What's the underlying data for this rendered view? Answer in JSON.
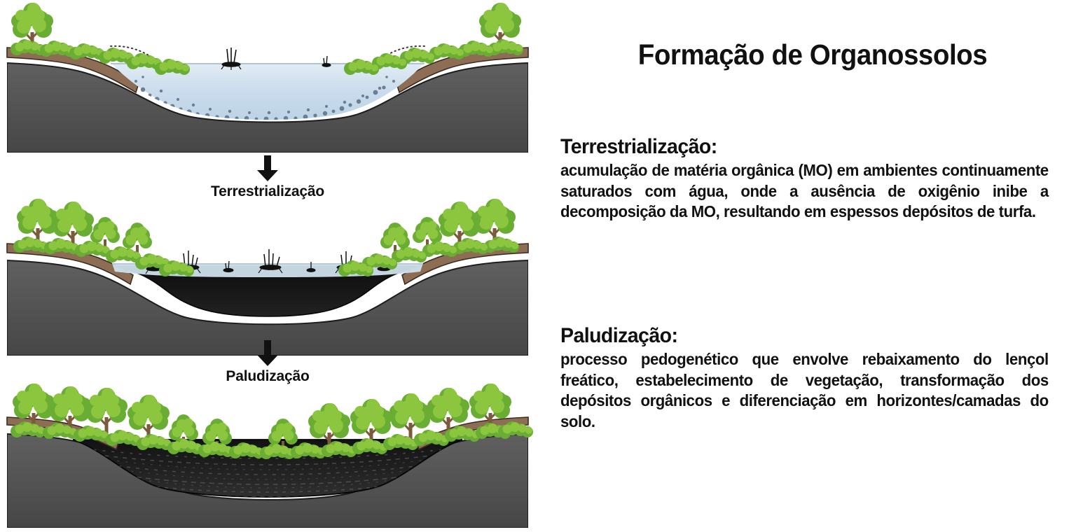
{
  "title": "Formação de Organossolos",
  "transitions": [
    {
      "arrow_icon": "down-arrow-icon",
      "label": "Terrestrialização"
    },
    {
      "arrow_icon": "down-arrow-icon",
      "label": "Paludização"
    }
  ],
  "definitions": [
    {
      "term": "Terrestrialização:",
      "body": "acumulação de matéria orgânica (MO) em ambientes continuamente saturados com água, onde a ausência de oxigênio inibe a decomposição da MO, resultando em espessos depósitos de turfa."
    },
    {
      "term": "Paludização:",
      "body": "processo pedogenético que envolve rebaixamento do lençol freático, estabelecimento de vegetação, transformação dos depósitos orgânicos e diferenciação em horizontes/camadas do solo."
    }
  ],
  "panels": [
    {
      "stage": "lago-com-aporte-de-materia-organica",
      "caption": "",
      "features": [
        "bedrock-block",
        "brown-topsoil-layer",
        "trees-on-both-margins",
        "shrubs-on-slopes",
        "open-water-body",
        "dotted-transport-arrows",
        "suspended-organic-particles",
        "aquatic-plants"
      ]
    },
    {
      "stage": "turfa-acumulada-sob-lamina-dagua",
      "caption": "",
      "features": [
        "bedrock-block",
        "brown-topsoil-layer",
        "trees-on-both-margins",
        "thick-black-peat-deposit",
        "shallow-water-film",
        "emergent-marsh-plants"
      ]
    },
    {
      "stage": "organossolo-com-horizontes-diferenciados",
      "caption": "",
      "features": [
        "bedrock-block",
        "brown-topsoil-layer",
        "trees-across-whole-basin",
        "dense-shrub-cover",
        "stratified-peat-horizons",
        "no-standing-water"
      ]
    }
  ],
  "colors": {
    "bedrock_top": "#5e5e5e",
    "bedrock_bottom": "#474747",
    "topsoil": "#8d6e55",
    "topsoil_dark": "#6b4f3c",
    "water_top": "#dce8f1",
    "water_bottom": "#c3d8e8",
    "peat": "#141414",
    "peat_light": "#2a2a2a",
    "foliage_light": "#8cc63f",
    "foliage_mid": "#6aad33",
    "foliage_dark": "#4f8f28",
    "trunk": "#7a5a3a",
    "outline": "#1a1a1a",
    "text": "#111111",
    "background": "#ffffff"
  }
}
